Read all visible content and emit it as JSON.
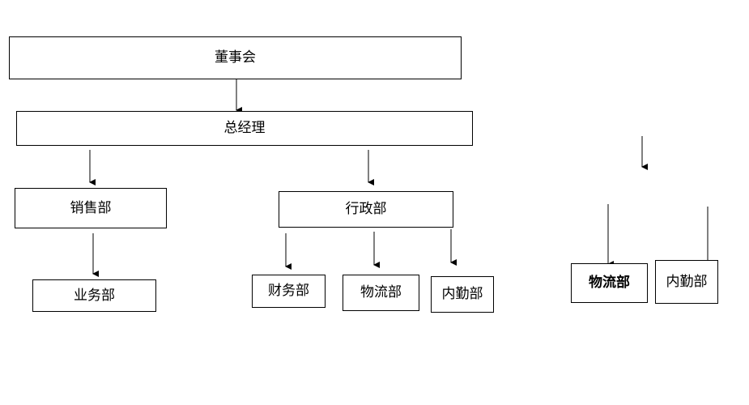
{
  "org_chart": {
    "board": "董事会",
    "general_manager": "总经理",
    "sales_dept": "销售部",
    "admin_dept": "行政部",
    "business_dept": "业务部",
    "finance_dept": "财务部",
    "logistics_dept": "物流部",
    "internal_affairs_dept": "内勤部",
    "side_logistics_dept": "物流部",
    "side_internal_affairs_dept": "内勤部"
  }
}
